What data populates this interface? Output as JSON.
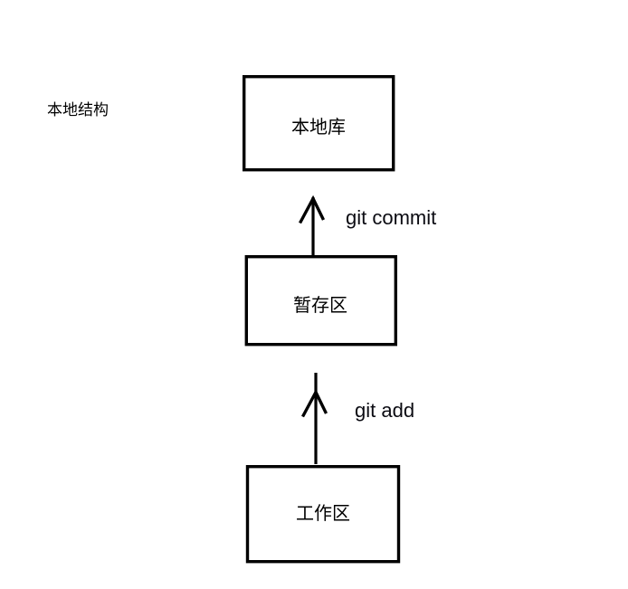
{
  "diagram": {
    "section_label": "本地结构",
    "nodes": [
      {
        "id": "local-repo",
        "label": "本地库"
      },
      {
        "id": "staging-area",
        "label": "暂存区"
      },
      {
        "id": "working-dir",
        "label": "工作区"
      }
    ],
    "edges": [
      {
        "id": "commit-edge",
        "label": "git commit",
        "from": "staging-area",
        "to": "local-repo",
        "direction": "up"
      },
      {
        "id": "add-edge",
        "label": "git add",
        "from": "working-dir",
        "to": "staging-area",
        "direction": "up"
      }
    ],
    "colors": {
      "background": "#ffffff",
      "stroke": "#000000",
      "text": "#000000",
      "box_fill": "#ffffff"
    }
  }
}
